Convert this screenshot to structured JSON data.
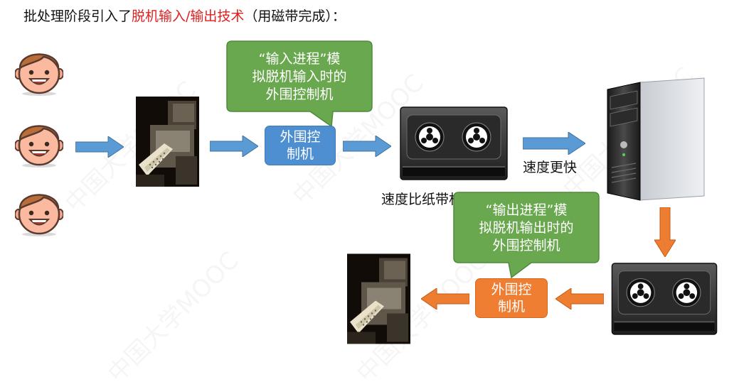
{
  "title": {
    "prefix": "批处理阶段引入了",
    "highlight": "脱机输入/输出技术",
    "suffix": "（用磁带完成）："
  },
  "input_controller": {
    "label_line1": "外围控",
    "label_line2": "制机"
  },
  "output_controller": {
    "label_line1": "外围控",
    "label_line2": "制机"
  },
  "callout_input": {
    "line1": "“输入进程”模",
    "line2": "拟脱机输入时的",
    "line3": "外围控制机"
  },
  "callout_output": {
    "line1": "“输出进程”模",
    "line2": "拟脱机输出时的",
    "line3": "外围控制机"
  },
  "label_tape_speed": "速度比纸带机快很多",
  "label_faster": "速度更快",
  "watermark": "中国大学MOOC",
  "colors": {
    "title_highlight": "#e02020",
    "arrow_blue": "#5b9bd5",
    "arrow_orange": "#ed7d31",
    "box_blue": "#4d8fd1",
    "box_orange": "#ef7d32",
    "callout_green": "#6aa84f"
  },
  "icons": [
    "user-face-icon",
    "paper-tape-reader-icon",
    "magnetic-tape-drive-icon",
    "computer-tower-icon"
  ]
}
